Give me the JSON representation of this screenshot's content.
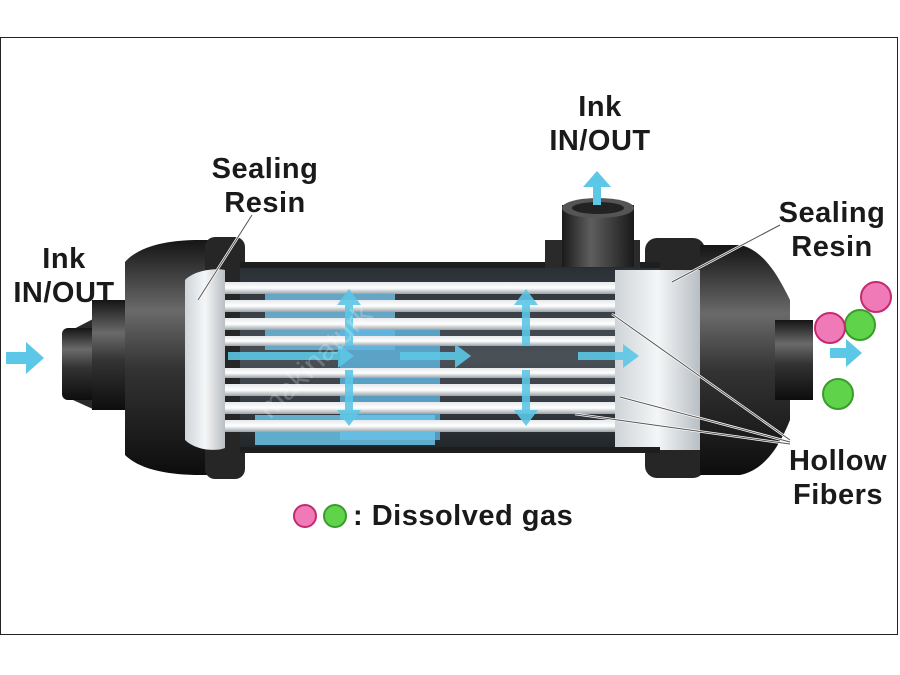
{
  "labels": {
    "inlet_line1": "Ink",
    "inlet_line2": "IN/OUT",
    "top_line1": "Ink",
    "top_line2": "IN/OUT",
    "seal_left_line1": "Sealing",
    "seal_left_line2": "Resin",
    "seal_right_line1": "Sealing",
    "seal_right_line2": "Resin",
    "fibers_line1": "Hollow",
    "fibers_line2": "Fibers"
  },
  "legend": {
    "text": ": Dissolved gas"
  },
  "watermark": "makinaturk",
  "colors": {
    "arrow": "#5cc7e6",
    "gas_pink": "#f07ab8",
    "gas_green": "#5fd44a",
    "housing": "#2e2e2e"
  }
}
